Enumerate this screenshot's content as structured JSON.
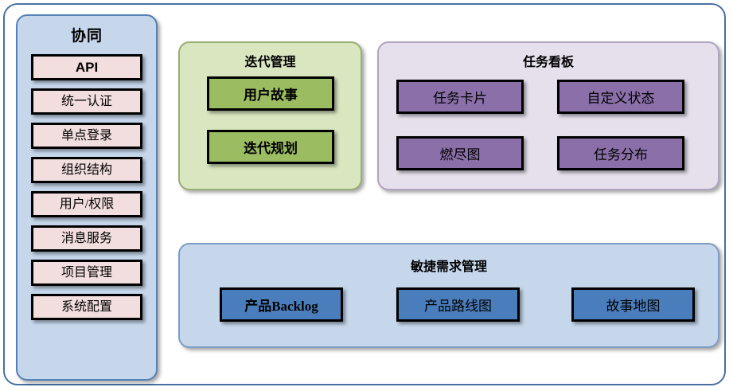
{
  "diagram": {
    "title_not_shown": "",
    "colors": {
      "frame_border": "#4a6fa0",
      "sidebar_bg": "#c6d7ec",
      "sidebar_border": "#5581b4",
      "sidebar_item_bg": "#f2dede",
      "iteration_bg": "#d9e6c0",
      "iteration_border": "#9aaf74",
      "iteration_box_bg": "#9cbc62",
      "taskboard_bg": "#e6e0ec",
      "taskboard_border": "#b0a5bd",
      "taskboard_box_bg": "#8b6fa8",
      "agile_bg": "#c6d7ec",
      "agile_border": "#7e9cc4",
      "agile_box_bg": "#4a7dbb",
      "box_outline": "#000000"
    }
  },
  "sidebar": {
    "title": "协同",
    "items": [
      {
        "label": "API",
        "bold": true
      },
      {
        "label": "统一认证",
        "bold": false
      },
      {
        "label": "单点登录",
        "bold": false
      },
      {
        "label": "组织结构",
        "bold": false
      },
      {
        "label": "用户/权限",
        "bold": false
      },
      {
        "label": "消息服务",
        "bold": false
      },
      {
        "label": "项目管理",
        "bold": false
      },
      {
        "label": "系统配置",
        "bold": false
      }
    ]
  },
  "iteration": {
    "title": "迭代管理",
    "boxes": [
      {
        "label": "用户故事"
      },
      {
        "label": "迭代规划"
      }
    ]
  },
  "taskboard": {
    "title": "任务看板",
    "boxes": [
      {
        "label": "任务卡片"
      },
      {
        "label": "自定义状态"
      },
      {
        "label": "燃尽图"
      },
      {
        "label": "任务分布"
      }
    ]
  },
  "agile": {
    "title": "敏捷需求管理",
    "boxes": [
      {
        "label": "产品Backlog"
      },
      {
        "label": "产品路线图"
      },
      {
        "label": "故事地图"
      }
    ]
  }
}
